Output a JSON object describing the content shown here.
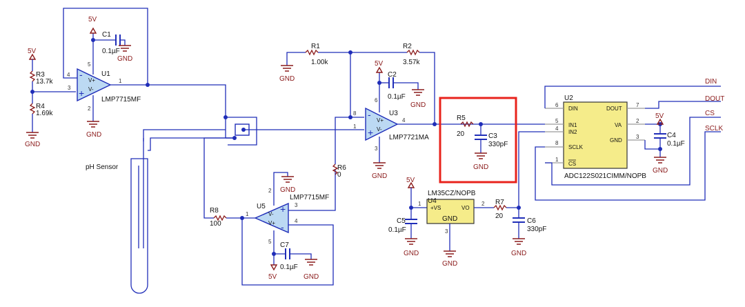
{
  "supply": {
    "v5": "5V",
    "gnd": "GND"
  },
  "components": {
    "u1": {
      "ref": "U1",
      "part": "LMP7715MF",
      "p4": "4",
      "p3": "3",
      "p1": "1",
      "p5": "5",
      "p2": "2"
    },
    "u2": {
      "ref": "U2",
      "part": "ADC122S021CIMM/NOPB",
      "din": "DIN",
      "in1": "IN1",
      "in2": "IN2",
      "sclk": "SCLK",
      "cs": "CS",
      "dout": "DOUT",
      "va": "VA",
      "gnd": "GND",
      "p6": "6",
      "p5": "5",
      "p4": "4",
      "p8": "8",
      "p1": "1",
      "p7": "7",
      "p2": "2",
      "p3": "3"
    },
    "u3": {
      "ref": "U3",
      "part": "LMP7721MA",
      "p8": "8",
      "p1": "1",
      "p4": "4",
      "p6": "6",
      "p3": "3"
    },
    "u4": {
      "ref": "U4",
      "part": "LM35CZ/NOPB",
      "vs": "+VS",
      "vo": "VO",
      "gnd": "GND",
      "p1": "1",
      "p2": "2",
      "p3": "3"
    },
    "u5": {
      "ref": "U5",
      "part": "LMP7715MF",
      "p1": "1",
      "p3": "3",
      "p4": "4",
      "p2": "2",
      "p5": "5"
    },
    "r1": {
      "ref": "R1",
      "value": "1.00k"
    },
    "r2": {
      "ref": "R2",
      "value": "3.57k"
    },
    "r3": {
      "ref": "R3",
      "value": "13.7k"
    },
    "r4": {
      "ref": "R4",
      "value": "1.69k"
    },
    "r5": {
      "ref": "R5",
      "value": "20"
    },
    "r6": {
      "ref": "R6",
      "value": "0"
    },
    "r7": {
      "ref": "R7",
      "value": "20"
    },
    "r8": {
      "ref": "R8",
      "value": "100"
    },
    "c1": {
      "ref": "C1",
      "value": "0.1µF"
    },
    "c2": {
      "ref": "C2",
      "value": "0.1µF"
    },
    "c3": {
      "ref": "C3",
      "value": "330pF"
    },
    "c4": {
      "ref": "C4",
      "value": "0.1µF"
    },
    "c5": {
      "ref": "C5",
      "value": "0.1µF"
    },
    "c6": {
      "ref": "C6",
      "value": "330pF"
    },
    "c7": {
      "ref": "C7",
      "value": "0.1µF"
    }
  },
  "signals": {
    "din": "DIN",
    "dout": "DOUT",
    "cs": "CS",
    "sclk": "SCLK"
  },
  "labels": {
    "ph_sensor": "pH Sensor",
    "vplus": "V+",
    "vminus": "V-",
    "plus": "+",
    "minus": "-"
  }
}
